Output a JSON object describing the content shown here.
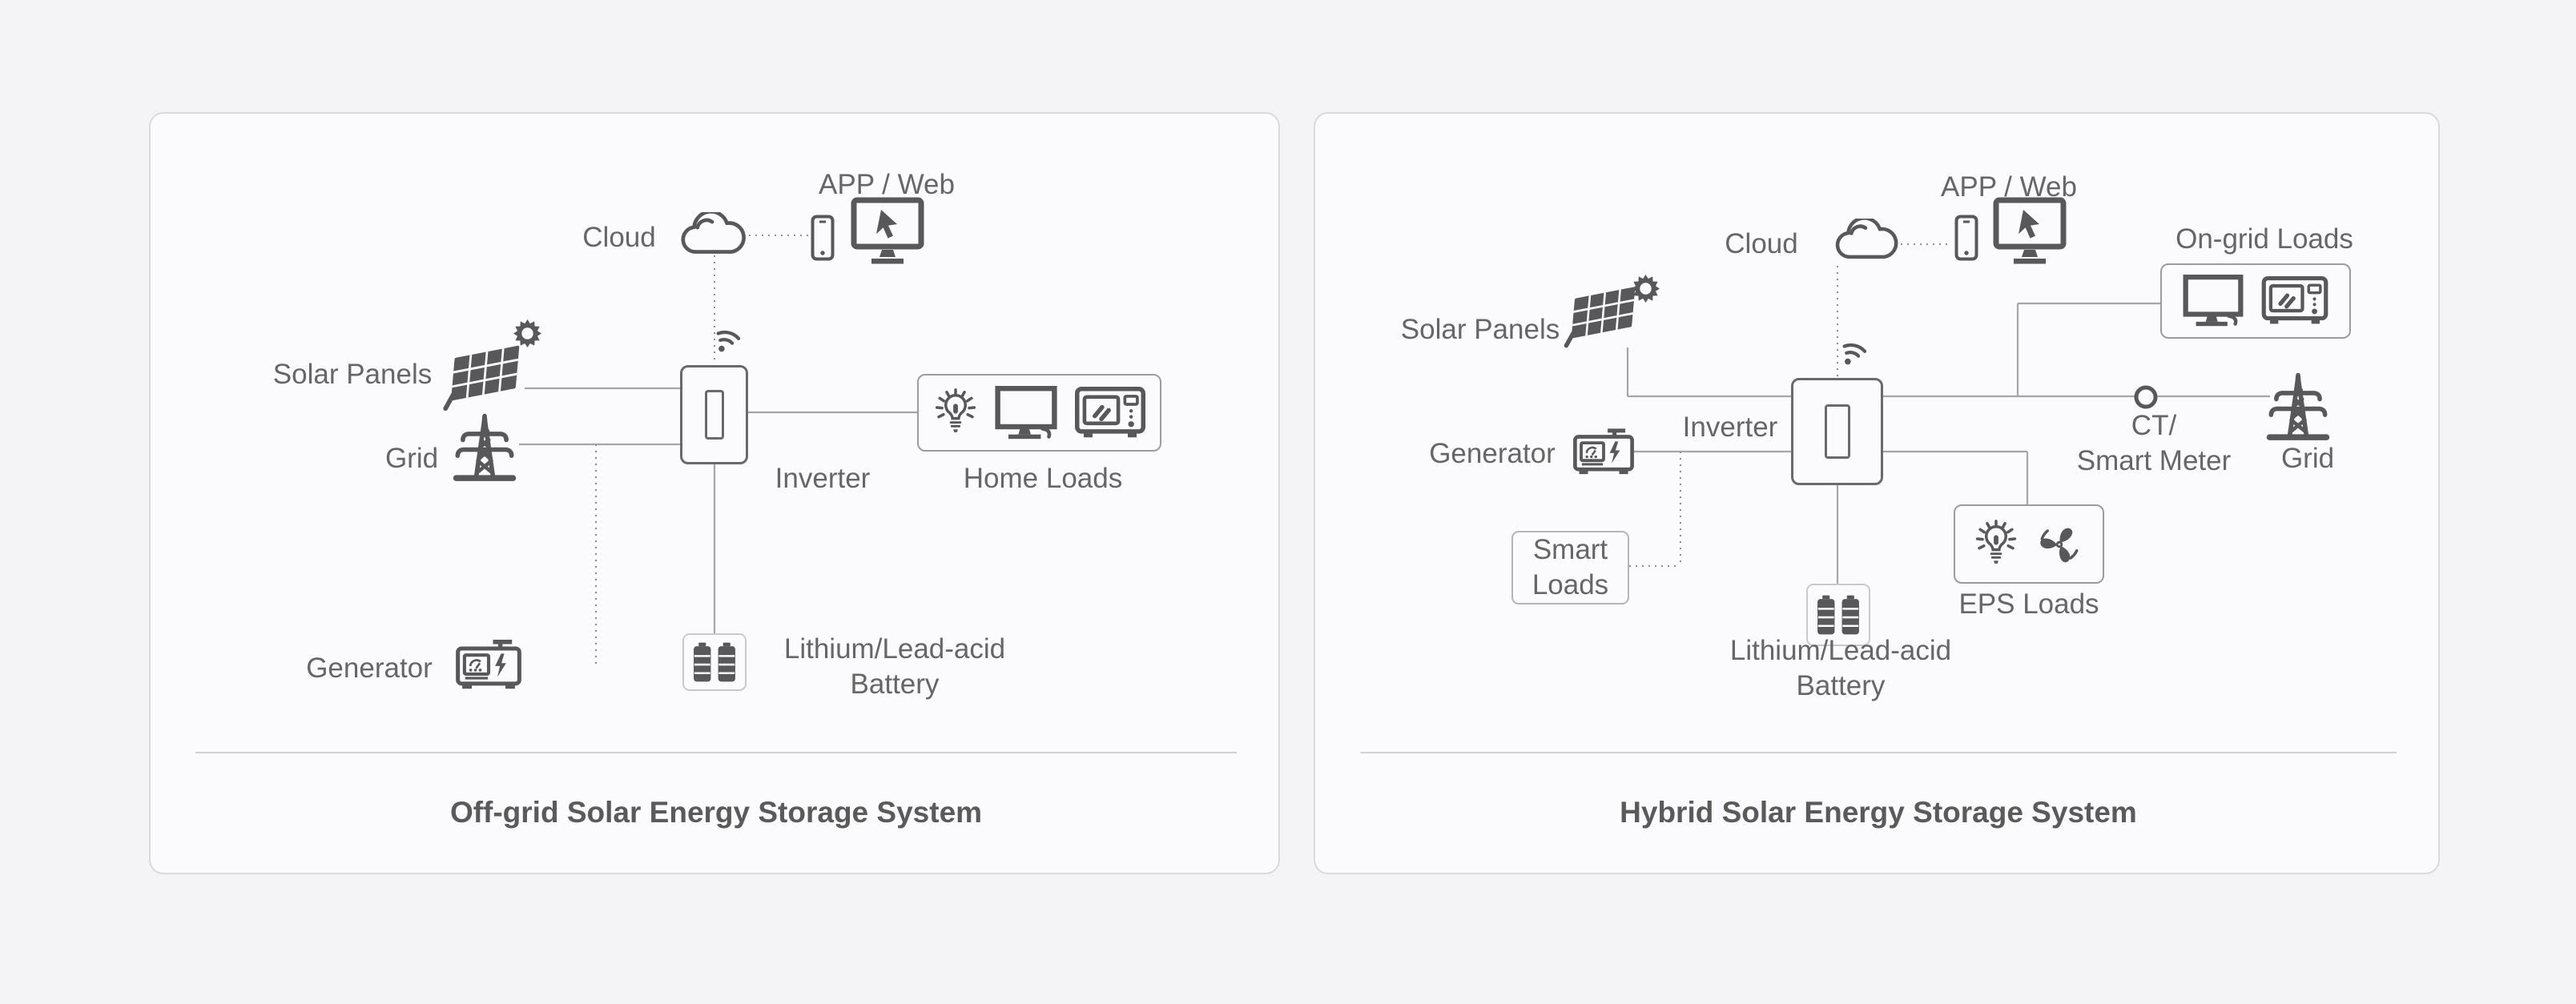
{
  "colors": {
    "page_bg": "#f4f4f6",
    "card_bg": "#fbfbfd",
    "card_border": "#dadadc",
    "icon": "#58585a",
    "line_solid": "#a6a6a6",
    "line_dotted": "#8f8f8f",
    "label": "#666666",
    "title": "#5a5a5a"
  },
  "icons": {
    "cloud": "cloud-icon",
    "phone": "smartphone-icon",
    "monitor_cursor": "monitor-cursor-icon",
    "wifi": "wifi-signal-icon",
    "solar_panel": "solar-panel-icon",
    "sun": "sun-gear-icon",
    "tower": "transmission-tower-icon",
    "generator": "generator-icon",
    "battery": "battery-pair-icon",
    "bulb": "light-bulb-rays-icon",
    "tv": "tv-monitor-icon",
    "microwave": "microwave-icon",
    "fan": "fan-blades-icon",
    "ct": "ct-meter-dot-icon"
  },
  "left_panel": {
    "title": "Off-grid Solar Energy Storage System",
    "labels": {
      "cloud": "Cloud",
      "app_web": "APP / Web",
      "solar_panels": "Solar Panels",
      "grid": "Grid",
      "inverter": "Inverter",
      "home_loads": "Home Loads",
      "generator": "Generator",
      "battery_line1": "Lithium/Lead-acid",
      "battery_line2": "Battery"
    }
  },
  "right_panel": {
    "title": "Hybrid Solar Energy Storage System",
    "labels": {
      "cloud": "Cloud",
      "app_web": "APP / Web",
      "on_grid_loads": "On-grid Loads",
      "solar_panels": "Solar Panels",
      "inverter": "Inverter",
      "generator": "Generator",
      "smart_loads_line1": "Smart",
      "smart_loads_line2": "Loads",
      "ct_line1": "CT/",
      "ct_line2": "Smart Meter",
      "grid": "Grid",
      "eps_loads": "EPS Loads",
      "battery_line1": "Lithium/Lead-acid",
      "battery_line2": "Battery"
    }
  }
}
